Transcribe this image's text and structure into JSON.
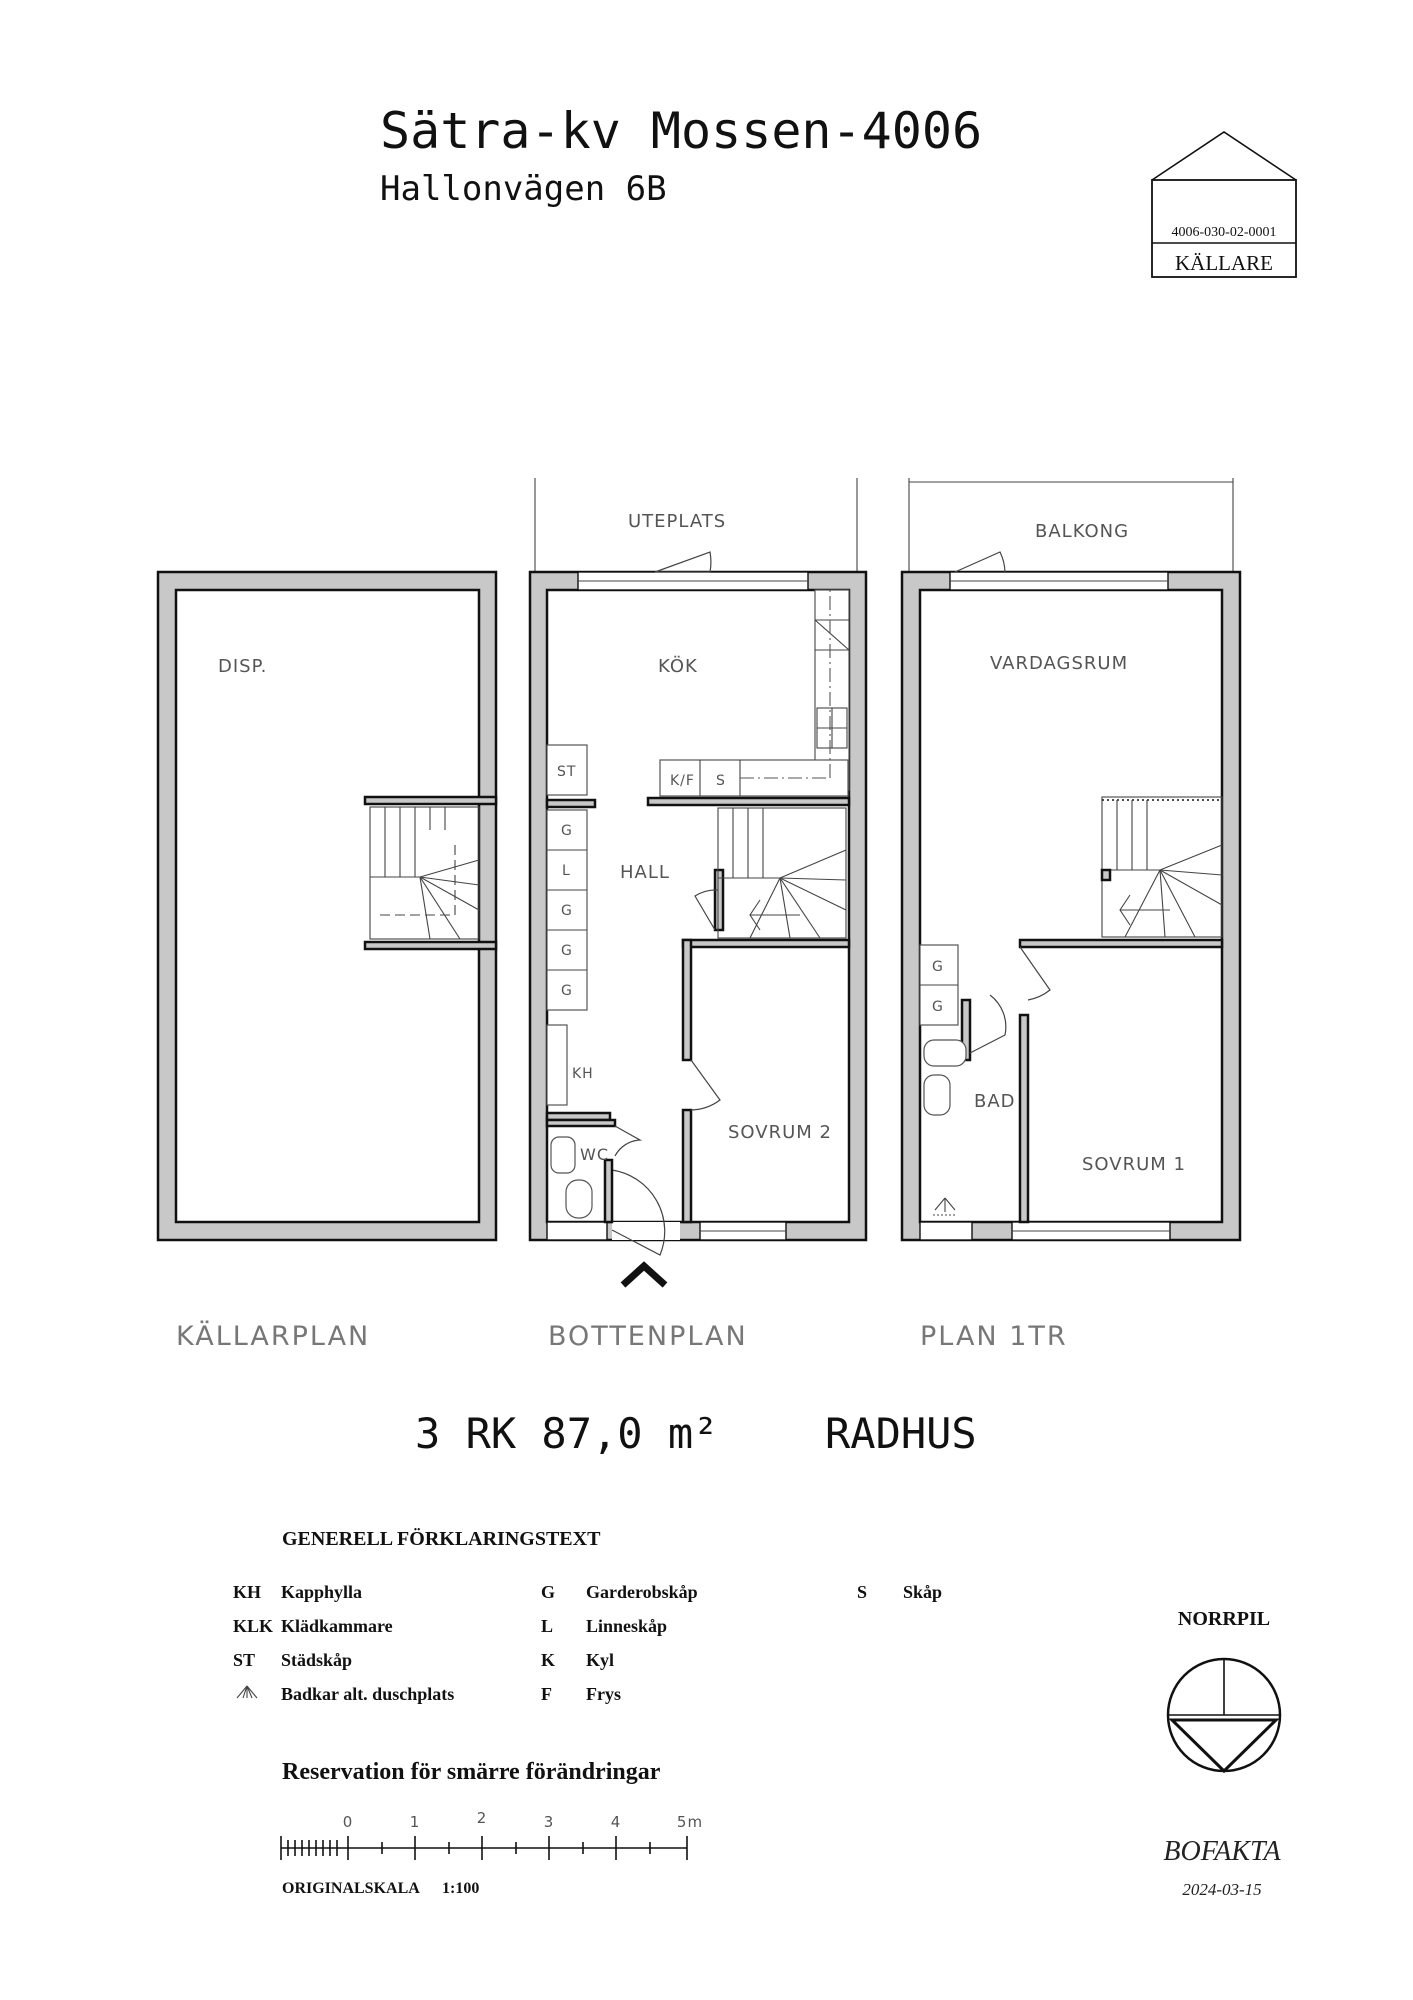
{
  "header": {
    "title": "Sätra-kv Mossen-4006",
    "address": "Hallonvägen 6B"
  },
  "stamp": {
    "id": "4006-030-02-0001",
    "label": "KÄLLARE"
  },
  "rooms": {
    "disp": "DISP.",
    "uteplats": "UTEPLATS",
    "kok": "KÖK",
    "st": "ST",
    "kf": "K/F",
    "s": "S",
    "hall": "HALL",
    "g": "G",
    "l": "L",
    "kh": "KH",
    "wc": "WC",
    "sovrum2": "SOVRUM 2",
    "balkong": "BALKONG",
    "vardagsrum": "VARDAGSRUM",
    "bad": "BAD",
    "sovrum1": "SOVRUM 1"
  },
  "plans": {
    "kallarplan": "KÄLLARPLAN",
    "bottenplan": "BOTTENPLAN",
    "plan1tr": "PLAN 1TR"
  },
  "summary": {
    "size": "3 RK 87,0 m²",
    "type": "RADHUS"
  },
  "legend": {
    "heading": "GENERELL FÖRKLARINGSTEXT",
    "items": [
      {
        "code": "KH",
        "text": "Kapphylla"
      },
      {
        "code": "KLK",
        "text": "Klädkammare"
      },
      {
        "code": "ST",
        "text": "Städskåp"
      },
      {
        "code": "",
        "text": "Badkar alt. duschplats"
      },
      {
        "code": "G",
        "text": "Garderobskåp"
      },
      {
        "code": "L",
        "text": "Linneskåp"
      },
      {
        "code": "K",
        "text": "Kyl"
      },
      {
        "code": "F",
        "text": "Frys"
      },
      {
        "code": "S",
        "text": "Skåp"
      }
    ]
  },
  "reservation": "Reservation för smärre förändringar",
  "scale": {
    "ticks": [
      "0",
      "1",
      "2",
      "3",
      "4",
      "5m"
    ],
    "label": "ORIGINALSKALA",
    "ratio": "1:100"
  },
  "north": {
    "label": "NORRPIL"
  },
  "footer": {
    "company": "BOFAKTA",
    "date": "2024-03-15"
  }
}
